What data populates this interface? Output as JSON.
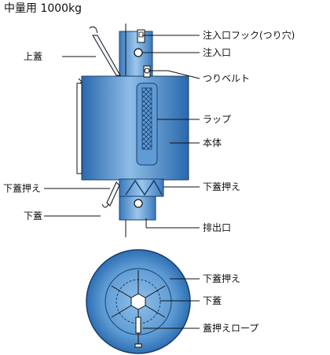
{
  "title": "中量用 1000kg",
  "labels": {
    "inlet_hook": "注入口フック(つり穴)",
    "inlet": "注入口",
    "lifting_belt": "つりベルト",
    "wrap": "ラップ",
    "body": "本体",
    "lower_lid_press_side": "下蓋押え",
    "outlet": "排出口",
    "top_lid": "上蓋",
    "lower_lid_press_left": "下蓋押え",
    "lower_lid_left": "下蓋",
    "bottom_lower_lid_press": "下蓋押え",
    "bottom_lower_lid": "下蓋",
    "lid_press_rope": "蓋押えロープ"
  },
  "colors": {
    "body_blue": "#2e72b8",
    "body_light": "#6aa5dc",
    "outline": "#1a3f6c"
  }
}
